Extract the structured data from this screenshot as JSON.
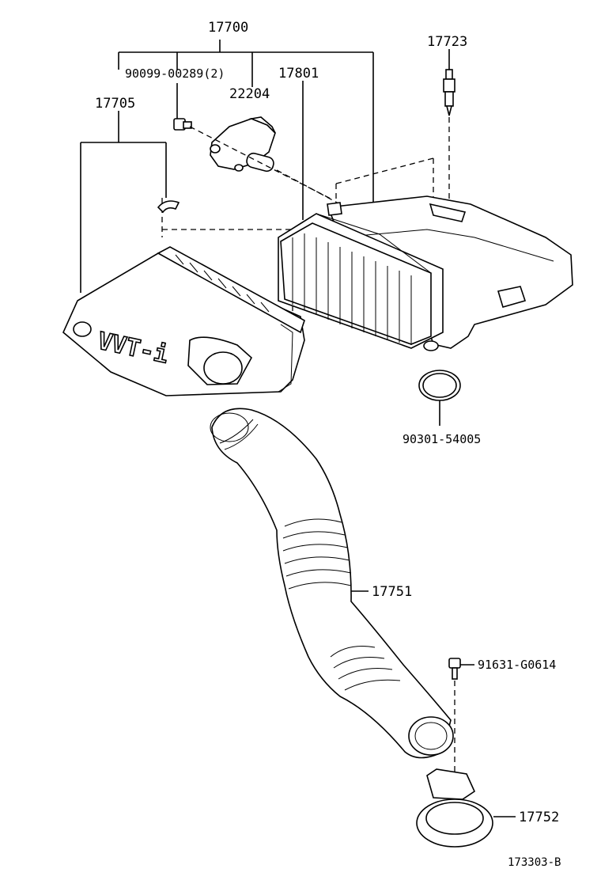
{
  "labels": {
    "assembly": "17700",
    "bolt": "90099-00289(2)",
    "element": "17801",
    "sensor": "22204",
    "cap": "17705",
    "nozzle": "17723",
    "oring": "90301-54005",
    "hose": "17751",
    "screw": "91631-G0614",
    "clamp": "17752"
  },
  "logo_text": "VVT-i",
  "diagram_code": "173303-B"
}
